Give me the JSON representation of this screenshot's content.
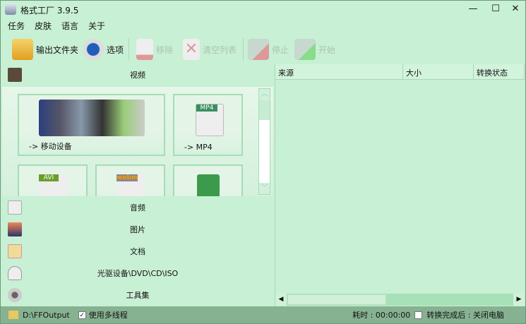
{
  "window": {
    "title": "格式工厂 3.9.5",
    "minimize": "—",
    "maximize": "☐",
    "close": "✕"
  },
  "menu": [
    "任务",
    "皮肤",
    "语言",
    "关于"
  ],
  "toolbar": {
    "output_folder": "输出文件夹",
    "options": "选项",
    "remove": "移除",
    "clear_list": "清空列表",
    "stop": "停止",
    "start": "开始"
  },
  "categories": {
    "video": "视频",
    "audio": "音频",
    "picture": "图片",
    "document": "文档",
    "rom": "光驱设备\\DVD\\CD\\ISO",
    "tools": "工具集"
  },
  "video_tiles": [
    {
      "label": "-> 移动设备"
    },
    {
      "label": "-> MP4",
      "badge": "MP4"
    },
    {
      "badge": "AVI"
    },
    {
      "badge": "webm"
    },
    {
      "badge": ""
    }
  ],
  "table": {
    "columns": [
      "来源",
      "大小",
      "转换状态"
    ]
  },
  "status": {
    "output_path": "D:\\FFOutput",
    "multithread_label": "使用多线程",
    "multithread_checked": true,
    "elapsed": "耗时 : 00:00:00",
    "after_convert": "转换完成后 : 关闭电脑",
    "after_convert_checked": false
  }
}
